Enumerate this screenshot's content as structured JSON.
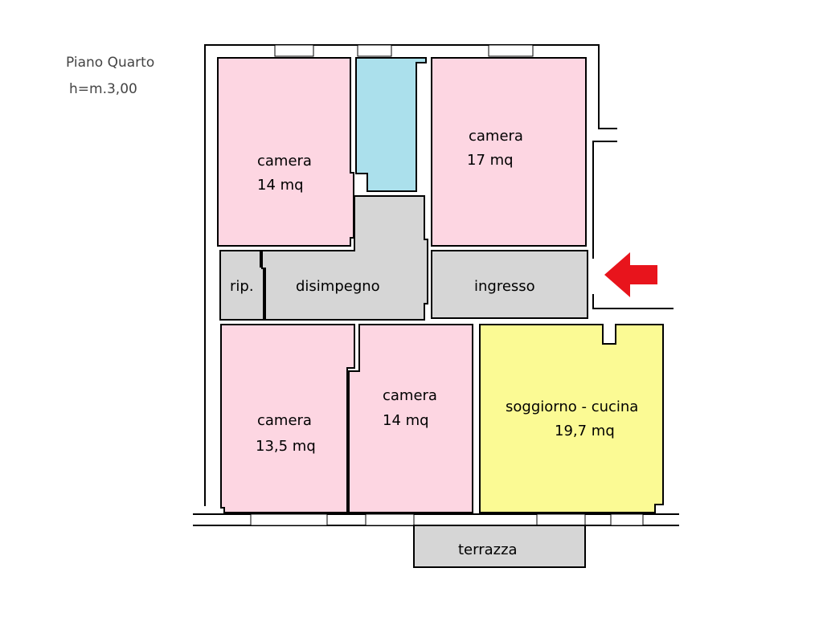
{
  "header": {
    "floor": "Piano Quarto",
    "height": "h=m.3,00"
  },
  "rooms": {
    "camera_tl": {
      "name": "camera",
      "area": "14 mq"
    },
    "camera_tr": {
      "name": "camera",
      "area": "17 mq"
    },
    "ripostiglio": {
      "name": "rip."
    },
    "disimpegno": {
      "name": "disimpegno"
    },
    "ingresso": {
      "name": "ingresso"
    },
    "camera_bl": {
      "name": "camera",
      "area": "13,5 mq"
    },
    "camera_bm": {
      "name": "camera",
      "area": "14 mq"
    },
    "soggiorno": {
      "name": "soggiorno - cucina",
      "area": "19,7 mq"
    },
    "terrazza": {
      "name": "terrazza"
    }
  },
  "colors": {
    "bedroom": "#fdd6e2",
    "bathroom": "#abe0ec",
    "service": "#d6d6d6",
    "living": "#fbfa94",
    "entrance_arrow": "#e8141c"
  },
  "icons": {
    "entrance": "arrow-left-icon"
  }
}
